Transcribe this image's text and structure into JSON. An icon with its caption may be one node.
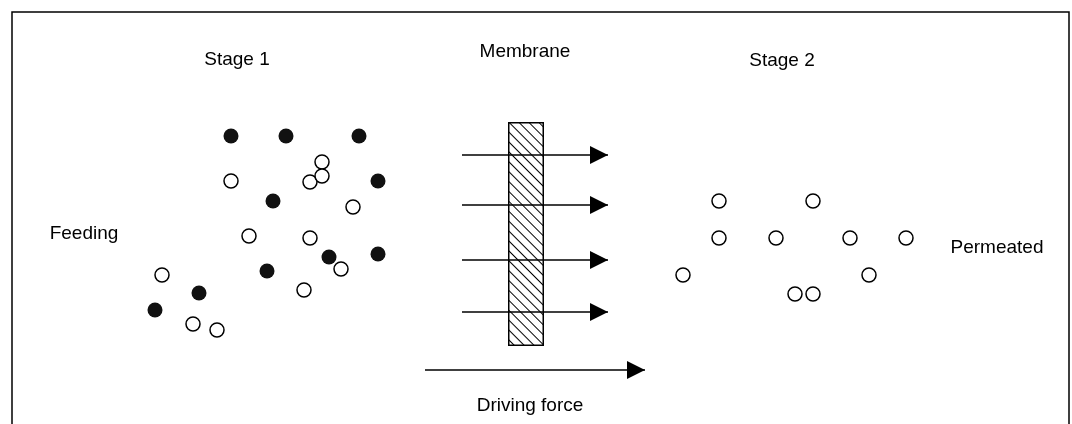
{
  "diagram": {
    "nodes": [
      {
        "text": [
          "Membrane"
        ]
      }
    ],
    "labels": [
      "Stage 1",
      "Stage 2",
      "Feeding",
      "Permeated",
      "Driving force"
    ]
  }
}
